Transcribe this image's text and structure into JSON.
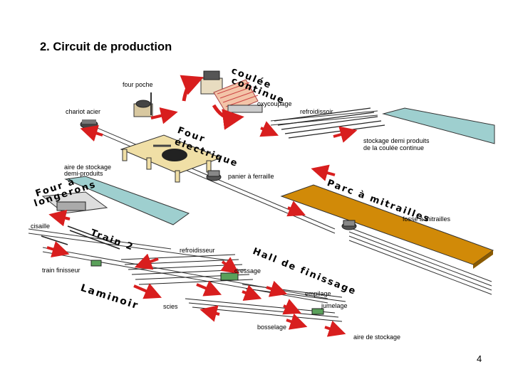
{
  "title": "2. Circuit de production",
  "page_number": "4",
  "labels": {
    "four_poche": "four poche",
    "oxycoupage": "oxycoupage",
    "chariot_acier": "chariot acier",
    "refroidissoir": "refroidissoir",
    "stockage_demi_produits": "stockage demi produits",
    "de_la_coulee_continue": "de la coulée continue",
    "aire_de_stockage_demi": "aire de stockage",
    "demi_produits": "demi-produits",
    "panier_a_ferraille": "panier à ferraille",
    "fosse_a_mitrailles": "fosse à mitrailles",
    "cisaille": "cisaille",
    "refroidisseur": "refroidisseur",
    "train_finisseur": "train finisseur",
    "dressage": "dressage",
    "empilage": "empilage",
    "scies": "scies",
    "jumelage": "jumelage",
    "bosselage": "bosselage",
    "aire_de_stockage": "aire de stockage"
  },
  "area_titles": {
    "coulee_continue_1": "coulée",
    "coulee_continue_2": "continue",
    "four_electrique_1": "Four",
    "four_electrique_2": "électrique",
    "four_longerons_1": "Four à",
    "four_longerons_2": "longerons",
    "parc_mitrailles": "Parc à mitrailles",
    "train_2": "Train 2",
    "hall_finissage": "Hall de finissage",
    "laminoir": "Laminoir"
  },
  "colors": {
    "arrow_red": "#d81e1e",
    "stockage_blue": "#9ecfcf",
    "fosse_orange": "#d18a08",
    "platform_tan": "#f0dfa6"
  }
}
